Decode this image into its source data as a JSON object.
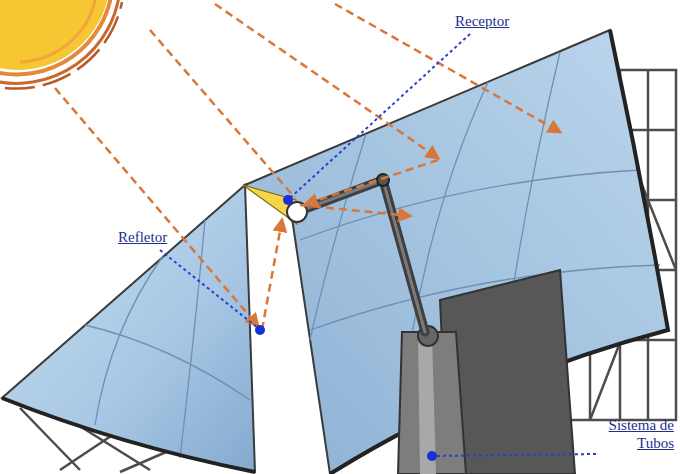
{
  "diagram": {
    "labels": [
      "Receptor",
      "Refletor",
      "Sistema de Tubos"
    ]
  }
}
